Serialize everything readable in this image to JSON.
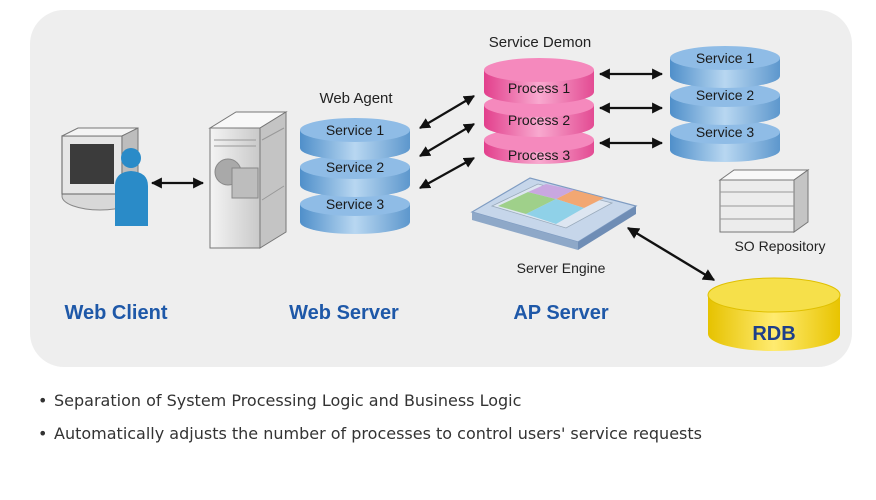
{
  "groups": {
    "web_client": "Web Client",
    "web_server": "Web Server",
    "ap_server": "AP Server",
    "rdb": "RDB"
  },
  "web_agent": {
    "title": "Web Agent",
    "services": [
      "Service 1",
      "Service 2",
      "Service 3"
    ]
  },
  "service_demon": {
    "title": "Service Demon",
    "processes": [
      "Process 1",
      "Process 2",
      "Process 3"
    ]
  },
  "right_services": [
    "Service 1",
    "Service 2",
    "Service 3"
  ],
  "labels": {
    "server_engine": "Server Engine",
    "so_repository": "SO Repository"
  },
  "bullets": [
    "Separation of System Processing Logic and Business Logic",
    "Automatically adjusts the number of processes to control users' service requests"
  ],
  "colors": {
    "panel": "#eeeeee",
    "group_label": "#1e58a8",
    "service_blue": "#8fbce6",
    "process_pink": "#ee6aa6",
    "rdb_yellow": "#f2d428"
  }
}
